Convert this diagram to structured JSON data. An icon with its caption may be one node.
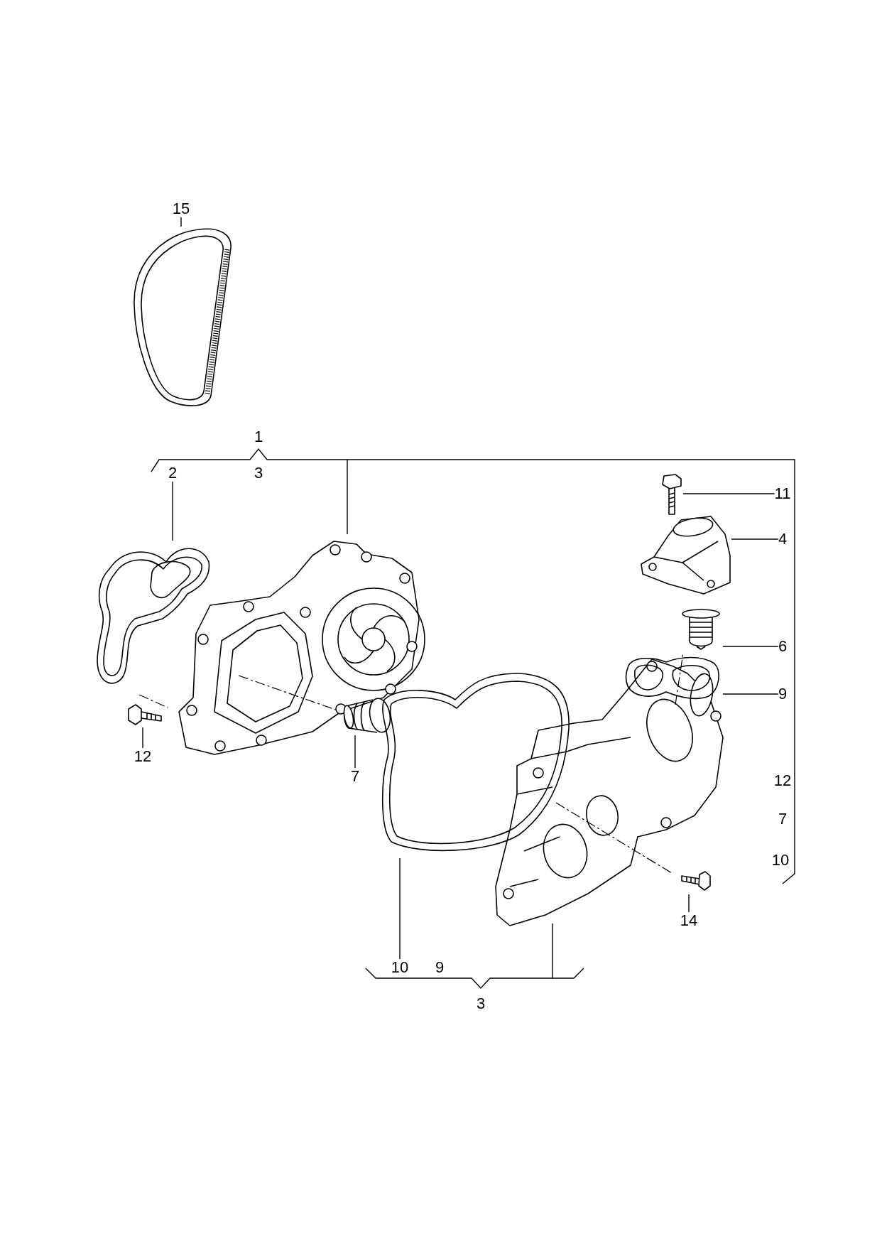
{
  "diagram": {
    "nodes": [
      {
        "text": [
          "15"
        ]
      },
      {
        "text": [],
        "shape": "picture"
      },
      {
        "text": [
          "2"
        ]
      },
      {
        "text": [],
        "shape": "picture"
      },
      {
        "text": [
          "11"
        ]
      },
      {
        "text": [],
        "shape": "picture"
      },
      {
        "text": [
          "4"
        ]
      },
      {
        "text": [],
        "shape": "picture"
      },
      {
        "text": [
          "6"
        ]
      },
      {
        "text": [],
        "shape": "picture"
      },
      {
        "text": [
          "9"
        ]
      },
      {
        "text": [],
        "shape": "picture"
      },
      {
        "text": [
          "12"
        ]
      },
      {
        "text": [],
        "shape": "picture"
      },
      {
        "text": [
          "7"
        ]
      },
      {
        "text": [],
        "shape": "picture"
      },
      {
        "text": [
          "10"
        ]
      },
      {
        "text": [],
        "shape": "picture"
      },
      {
        "text": [
          "14"
        ]
      },
      {
        "text": [],
        "shape": "picture"
      }
    ],
    "edges": [
      {
        "from": 0,
        "to": 1,
        "arrow": "none"
      },
      {
        "from": 2,
        "to": 3,
        "arrow": "none"
      },
      {
        "from": 4,
        "to": 5,
        "arrow": "none"
      },
      {
        "from": 6,
        "to": 7,
        "arrow": "none"
      },
      {
        "from": 8,
        "to": 9,
        "arrow": "none"
      },
      {
        "from": 10,
        "to": 11,
        "arrow": "none"
      },
      {
        "from": 12,
        "to": 13,
        "arrow": "none"
      },
      {
        "from": 14,
        "to": 15,
        "arrow": "none"
      },
      {
        "from": 16,
        "to": 17,
        "arrow": "none"
      },
      {
        "from": 18,
        "to": 19,
        "arrow": "none"
      }
    ],
    "labels": [
      "1",
      "3",
      "12",
      "7",
      "10",
      "9",
      "3"
    ]
  }
}
